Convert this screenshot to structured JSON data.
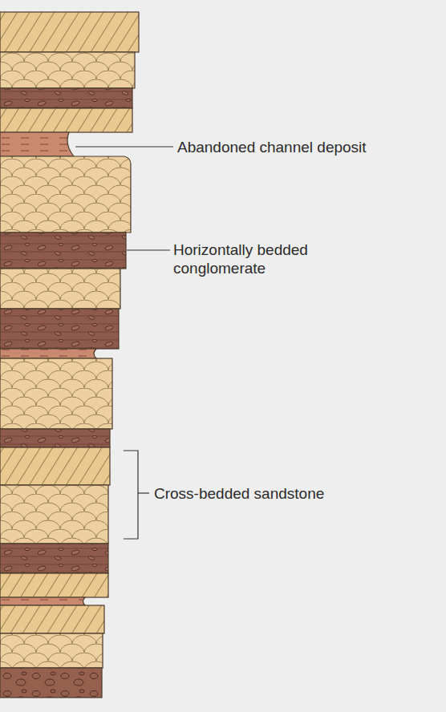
{
  "diagram": {
    "labels": [
      "Abandoned channel deposit",
      "Horizontally bedded conglomerate",
      "Cross-bedded sandstone"
    ]
  }
}
